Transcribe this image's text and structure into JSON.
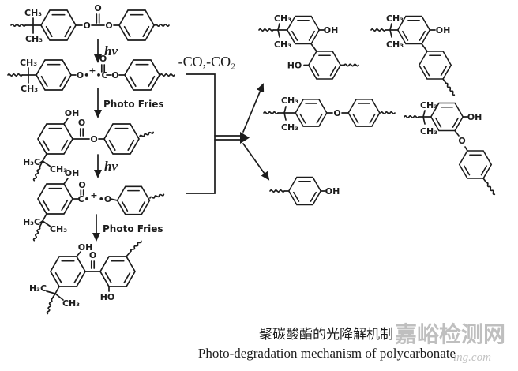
{
  "diagram": {
    "atom_labels": {
      "ch3": "CH₃",
      "h3c": "H₃C",
      "o": "O",
      "oh": "OH",
      "ho": "HO",
      "o_radical": "O•",
      "c_radical": "•C",
      "c_radical_r": "C•",
      "o_radical_l": "•O",
      "plus": "+"
    },
    "arrows": {
      "hv": "hv",
      "photo_fries": "Photo Fries",
      "co_loss": "-CO,-CO₂"
    }
  },
  "caption": {
    "zh": "聚碳酸酯的光降解机制",
    "en": "Photo-degradation mechanism of polycarbonate"
  },
  "watermark": {
    "site": "嘉峪检测网",
    "domain": "ing.com"
  },
  "colors": {
    "ink": "#1c1c1c",
    "background": "#ffffff",
    "watermark": "#b9b9b9"
  }
}
